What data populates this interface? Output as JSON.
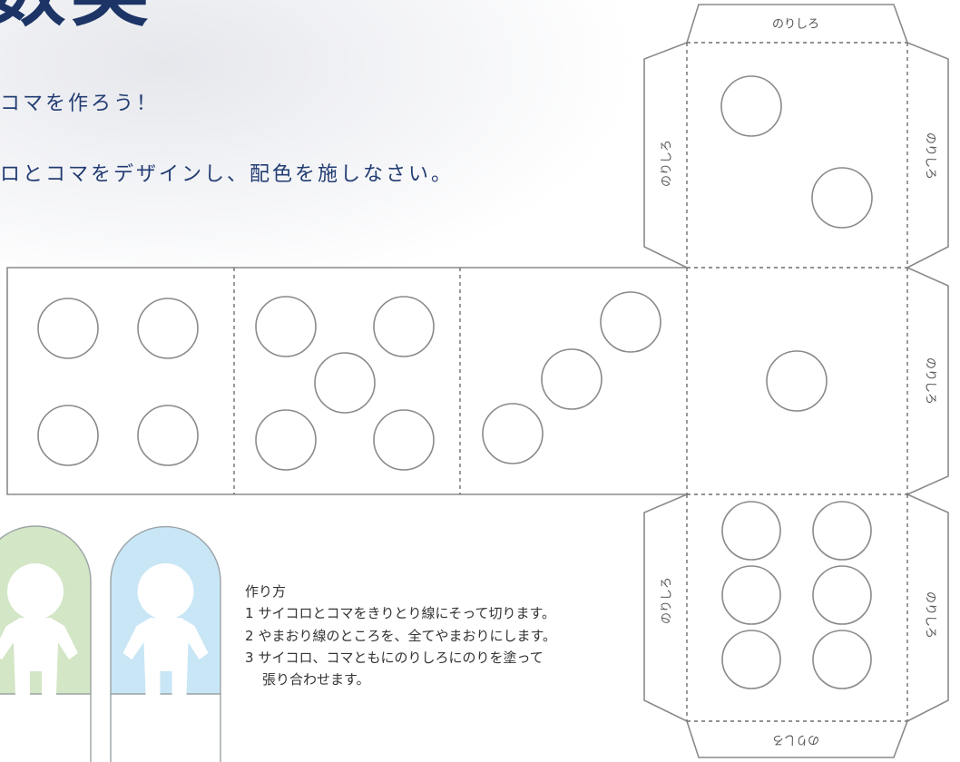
{
  "title": "数矣",
  "intro": {
    "line1": "コマを作ろう！",
    "line2": "ロとコマをデザインし、配色を施しなさい。"
  },
  "dice_net": {
    "flaps": [
      {
        "id": "top",
        "label": "のりしろ"
      },
      {
        "id": "top-left",
        "label": "のりしろ"
      },
      {
        "id": "top-right",
        "label": "のりしろ"
      },
      {
        "id": "middle-right",
        "label": "のりしろ"
      },
      {
        "id": "bottom-left",
        "label": "のりしろ"
      },
      {
        "id": "bottom-right",
        "label": "のりしろ"
      },
      {
        "id": "bottom",
        "label": "のりしろ"
      }
    ],
    "faces": [
      {
        "id": "top",
        "pips": 2
      },
      {
        "id": "strip-1",
        "pips": 4
      },
      {
        "id": "strip-2",
        "pips": 5
      },
      {
        "id": "strip-3",
        "pips": 3
      },
      {
        "id": "strip-4",
        "pips": 1
      },
      {
        "id": "bottom",
        "pips": 6
      }
    ]
  },
  "pieces": [
    {
      "id": "green",
      "color": "#d3e6c5"
    },
    {
      "id": "blue",
      "color": "#c8e6f5"
    }
  ],
  "instructions": {
    "heading": "作り方",
    "steps": [
      {
        "num": "1",
        "text": "サイコロとコマをきりとり線にそって切ります。"
      },
      {
        "num": "2",
        "text": "やまおり線のところを、全てやまおりにします。"
      },
      {
        "num": "3",
        "text": "サイコロ、コマともにのりしろにのりを塗って",
        "continuation": "張り合わせます。"
      }
    ]
  }
}
